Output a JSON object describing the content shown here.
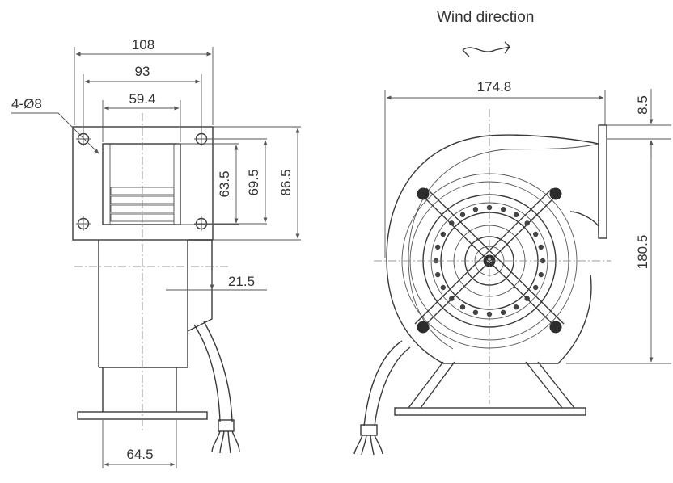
{
  "wind_label": "Wind direction",
  "front_view": {
    "dims": {
      "w108": "108",
      "w93": "93",
      "w59_4": "59.4",
      "holes": "4-Ø8",
      "h63_5": "63.5",
      "h69_5": "69.5",
      "h86_5": "86.5",
      "d21_5": "21.5",
      "w64_5": "64.5"
    }
  },
  "side_view": {
    "dims": {
      "w174_8": "174.8",
      "h8_5": "8.5",
      "h180_5": "180.5"
    }
  },
  "colors": {
    "line": "#3a3a3a",
    "background": "#ffffff"
  }
}
